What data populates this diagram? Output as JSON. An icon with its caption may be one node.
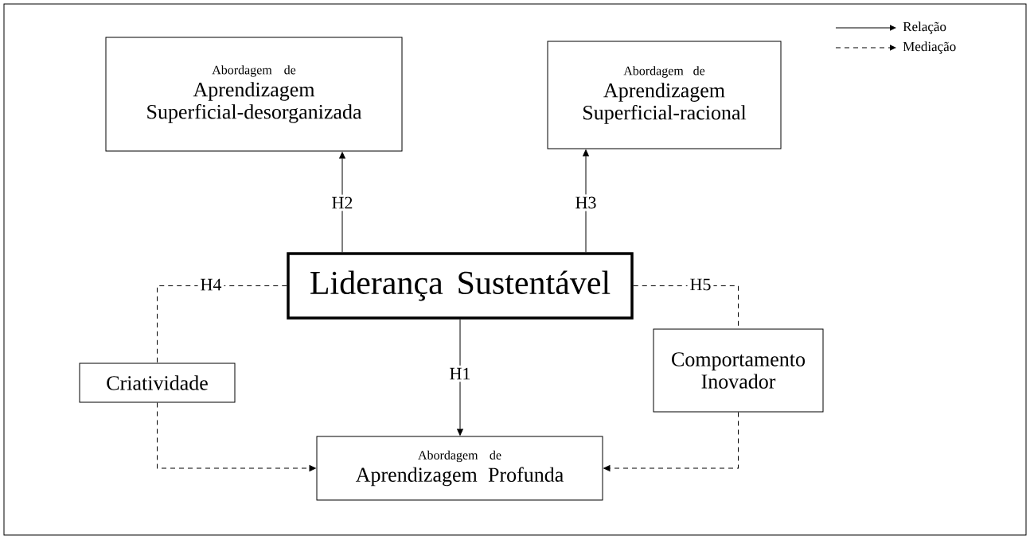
{
  "diagram": {
    "nodes": [
      {
        "text": [
          "Abordagem de",
          "Aprendizagem Superficial-desorganizada"
        ]
      },
      {
        "text": [
          "Abordagem de",
          "Aprendizagem Superficial-racional"
        ]
      },
      {
        "text": [
          "Liderança Sustentável"
        ]
      },
      {
        "text": [
          "Criatividade"
        ]
      },
      {
        "text": [
          "Comportamento Inovador"
        ]
      },
      {
        "text": [
          "Abordagem de",
          "Aprendizagem Profunda"
        ]
      }
    ],
    "edges": [
      {
        "from": 2,
        "to": 0,
        "arrow": "to",
        "label": "H2"
      },
      {
        "from": 2,
        "to": 1,
        "arrow": "to",
        "label": "H3"
      },
      {
        "from": 2,
        "to": 5,
        "arrow": "to",
        "label": "H1"
      },
      {
        "from": 2,
        "to": 3,
        "arrow": "none",
        "label": "H4",
        "style": "dashed"
      },
      {
        "from": 3,
        "to": 5,
        "arrow": "to",
        "style": "dashed"
      },
      {
        "from": 2,
        "to": 4,
        "arrow": "none",
        "label": "H5",
        "style": "dashed"
      },
      {
        "from": 4,
        "to": 5,
        "arrow": "to",
        "style": "dashed"
      }
    ],
    "legend": [
      {
        "text": "Relação"
      },
      {
        "text": "Mediação"
      }
    ]
  }
}
